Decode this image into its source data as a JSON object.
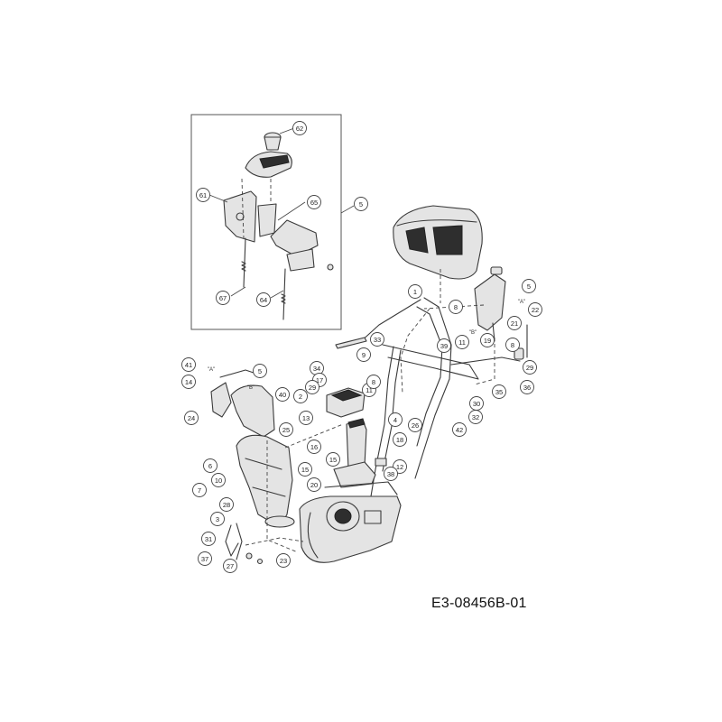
{
  "drawing_code": "E3-08456B-01",
  "view_refs": {
    "a": "\"A\"",
    "b": "\"B\""
  },
  "callouts": [
    {
      "id": "c62",
      "label": "62"
    },
    {
      "id": "c61",
      "label": "61"
    },
    {
      "id": "c65",
      "label": "65"
    },
    {
      "id": "c5_inset",
      "label": "5"
    },
    {
      "id": "c67",
      "label": "67"
    },
    {
      "id": "c64",
      "label": "64"
    },
    {
      "id": "c1",
      "label": "1"
    },
    {
      "id": "c5_right",
      "label": "5"
    },
    {
      "id": "c8_right",
      "label": "8"
    },
    {
      "id": "c21",
      "label": "21"
    },
    {
      "id": "c22",
      "label": "22"
    },
    {
      "id": "c33",
      "label": "33"
    },
    {
      "id": "c39",
      "label": "39"
    },
    {
      "id": "c11_top",
      "label": "11"
    },
    {
      "id": "c19",
      "label": "19"
    },
    {
      "id": "c8_mid",
      "label": "8"
    },
    {
      "id": "c29_right",
      "label": "29"
    },
    {
      "id": "c41",
      "label": "41"
    },
    {
      "id": "c5_left",
      "label": "5"
    },
    {
      "id": "c34",
      "label": "34"
    },
    {
      "id": "c9",
      "label": "9"
    },
    {
      "id": "c14",
      "label": "14"
    },
    {
      "id": "c17",
      "label": "17"
    },
    {
      "id": "c11_mid",
      "label": "11"
    },
    {
      "id": "c35",
      "label": "35"
    },
    {
      "id": "c36",
      "label": "36"
    },
    {
      "id": "c40",
      "label": "40"
    },
    {
      "id": "c29_mid",
      "label": "29"
    },
    {
      "id": "c2",
      "label": "2"
    },
    {
      "id": "c8_frame",
      "label": "8"
    },
    {
      "id": "c30",
      "label": "30"
    },
    {
      "id": "c24",
      "label": "24"
    },
    {
      "id": "c13",
      "label": "13"
    },
    {
      "id": "c4",
      "label": "4"
    },
    {
      "id": "c26",
      "label": "26"
    },
    {
      "id": "c32",
      "label": "32"
    },
    {
      "id": "c42",
      "label": "42"
    },
    {
      "id": "c25",
      "label": "25"
    },
    {
      "id": "c18",
      "label": "18"
    },
    {
      "id": "c16",
      "label": "16"
    },
    {
      "id": "c6",
      "label": "6"
    },
    {
      "id": "c15_left",
      "label": "15"
    },
    {
      "id": "c15_mid",
      "label": "15"
    },
    {
      "id": "c12",
      "label": "12"
    },
    {
      "id": "c10",
      "label": "10"
    },
    {
      "id": "c38",
      "label": "38"
    },
    {
      "id": "c7",
      "label": "7"
    },
    {
      "id": "c20",
      "label": "20"
    },
    {
      "id": "c28",
      "label": "28"
    },
    {
      "id": "c3",
      "label": "3"
    },
    {
      "id": "c31",
      "label": "31"
    },
    {
      "id": "c37",
      "label": "37"
    },
    {
      "id": "c27",
      "label": "27"
    },
    {
      "id": "c23",
      "label": "23"
    }
  ]
}
